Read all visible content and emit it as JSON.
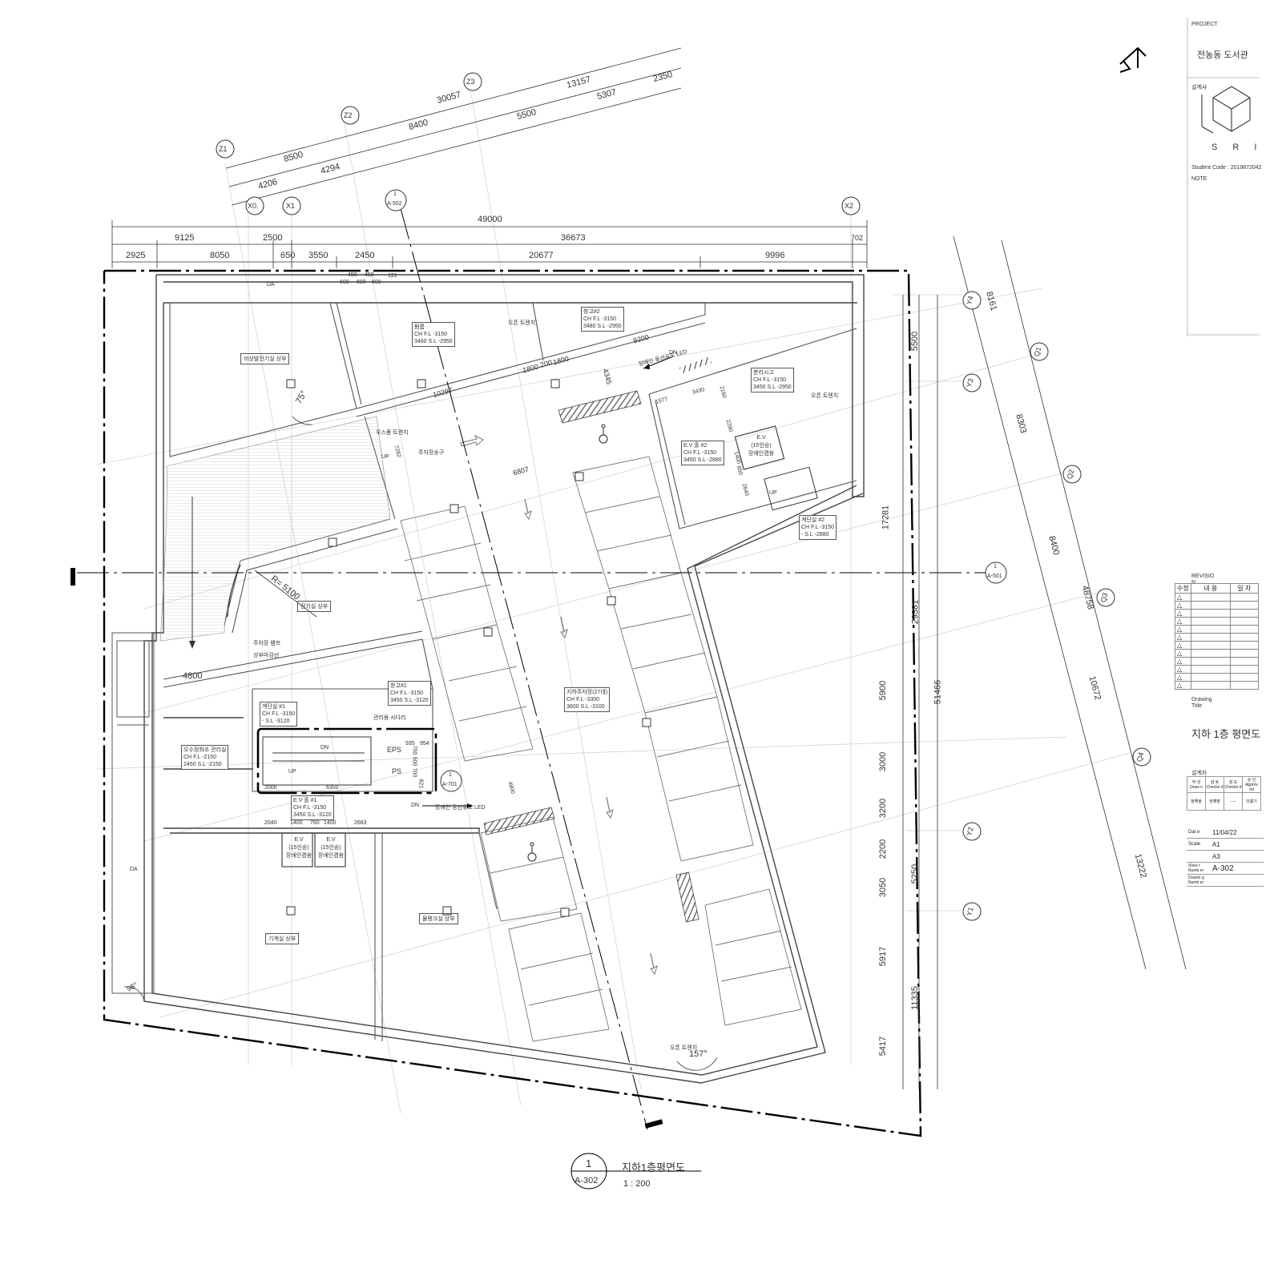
{
  "title_block": {
    "project_label": "PROJECT",
    "project_name": "전농동 도서관",
    "designer_label": "설계사",
    "logo_text": "S R I",
    "student_code": "Student Code : 2019872042",
    "note_label": "NOTE",
    "revision_label": "REVISIO N",
    "revision_headers": [
      "수정",
      "내 용",
      "일 자"
    ],
    "drawing_title_label": "Drawing Title",
    "drawing_title": "지하 1층 평면도",
    "designer_section": "설계자",
    "sign_headers": [
      "작 성 Draw n",
      "검 토 Checke d",
      "검 도 Checke d",
      "승 인 Approv ed"
    ],
    "sign_names": [
      "정해을",
      "권해영",
      "----",
      "이홍기"
    ],
    "date_label": "Dat e",
    "date_value": "11/04/22",
    "scale_label": "Scale",
    "scale_a1": "A1",
    "scale_a3": "A3",
    "sheet_label": "Shee t Numb er",
    "sheet_value": "A-302",
    "drawn_label": "Drawin g Numb er"
  },
  "drawing_label": {
    "number": "1",
    "sheet_ref": "A-302",
    "title": "지하1층평면도",
    "scale": "1 : 200"
  },
  "grid_bubbles": {
    "z": [
      "Z1",
      "Z2",
      "Z3"
    ],
    "x": [
      "X0.",
      "X1",
      "X2"
    ],
    "y": [
      "Y4",
      "Y3",
      "Y2",
      "Y1"
    ],
    "q": [
      "Q1",
      "Q2",
      "Q3",
      "Q4"
    ]
  },
  "section_marks": [
    {
      "num": "1",
      "ref": "A-502"
    },
    {
      "num": "1",
      "ref": "A-501"
    },
    {
      "num": "1",
      "ref": "A-701"
    }
  ],
  "top_dims": {
    "overall": "49000",
    "row2": [
      "9125",
      "2500",
      "36673",
      "702"
    ],
    "row3": [
      "2925",
      "8050",
      "650",
      "3550",
      "2450",
      "20677",
      "9996"
    ],
    "small": [
      "450",
      "450",
      "121",
      "600",
      "600",
      "600"
    ]
  },
  "z_dims": [
    "8500",
    "30057",
    "13157",
    "2350",
    "8400",
    "5500",
    "5307",
    "4206",
    "4294"
  ],
  "right_dims": [
    "5500",
    "17281",
    "5900",
    "3000",
    "3200",
    "2200",
    "3050",
    "5917",
    "5417",
    "29381",
    "51466",
    "5250",
    "11335"
  ],
  "q_dims": [
    "8161",
    "8303",
    "8400",
    "48758",
    "10672",
    "13222"
  ],
  "interior_dims": [
    "10297",
    "1800",
    "200",
    "1800",
    "9200",
    "4345",
    "1577",
    "3430",
    "2160",
    "2290",
    "1400",
    "850",
    "2640",
    "7282",
    "6807",
    "4800",
    "2000",
    "6350",
    "2040",
    "1400",
    "760",
    "1400",
    "2683",
    "935",
    "954",
    "700",
    "500",
    "700",
    "821",
    "4800"
  ],
  "angles": [
    "75°",
    "98°",
    "157°"
  ],
  "radius": "R= 5100",
  "rooms": [
    {
      "name": "비상발전기실 상부"
    },
    {
      "name": "전기실 상부"
    },
    {
      "name": "기계실 상부"
    },
    {
      "name": "물탱크실 상부"
    },
    {
      "name": "지하주차장(27대)",
      "ch": "3600",
      "fl": "-3300",
      "sl": "-3100"
    },
    {
      "name": "펌룸",
      "ch": "3460",
      "fl": "-3150",
      "sl": "-2950"
    },
    {
      "name": "창고#2",
      "ch": "3480",
      "fl": "-3150",
      "sl": "-2950"
    },
    {
      "name": "분리시고",
      "ch": "3450",
      "fl": "-3150",
      "sl": "-2950"
    },
    {
      "name": "E.V 홀 #2",
      "ch": "3450",
      "fl": "-3150",
      "sl": "-2880"
    },
    {
      "name": "계단실 #2",
      "ch": "-",
      "fl": "-3150",
      "sl": "-2880"
    },
    {
      "name": "창고#1",
      "ch": "3450",
      "fl": "-3150",
      "sl": "-3120"
    },
    {
      "name": "계단실 #1",
      "ch": "-",
      "fl": "-3150",
      "sl": "-3120"
    },
    {
      "name": "오수정화조 관리실",
      "ch": "2450",
      "fl": "-2150",
      "sl": "-2150"
    },
    {
      "name": "E.V 홀 #1",
      "ch": "3450",
      "fl": "-3150",
      "sl": "-3120"
    }
  ],
  "labels": {
    "ch": "CH",
    "fl": "F.L",
    "sl": "S.L",
    "da": "DA",
    "open_trench": "오픈 트렌치",
    "drain_trench": "우스폼 트렌치",
    "parking_entry": "주차장송구",
    "ramp": "주차장 램프",
    "ramp_line": "상부마감선",
    "ladder": "관리용 사다리",
    "up": "UP",
    "dn": "DN",
    "eps": "EPS",
    "ps": "PS",
    "ev": "E.V",
    "ev_cap": "(15인승)",
    "ev_type": "장애인겸용",
    "disabled_route": "장애인 동선유도 LED"
  }
}
